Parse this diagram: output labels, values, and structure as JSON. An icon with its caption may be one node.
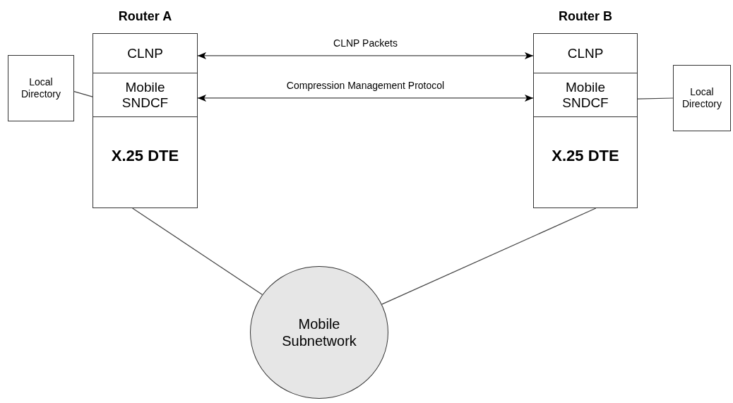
{
  "diagram": {
    "nodes": [
      {
        "text": [
          "Router A"
        ]
      },
      {
        "text": [
          "CLNP"
        ],
        "in": 0
      },
      {
        "text": [
          "Mobile SNDCF"
        ],
        "in": 0
      },
      {
        "text": [
          "X.25 DTE"
        ],
        "in": 0
      },
      {
        "text": [
          "Router B"
        ]
      },
      {
        "text": [
          "CLNP"
        ],
        "in": 4
      },
      {
        "text": [
          "Mobile SNDCF"
        ],
        "in": 4
      },
      {
        "text": [
          "X.25 DTE"
        ],
        "in": 4
      },
      {
        "text": [
          "Local Directory"
        ]
      },
      {
        "text": [
          "Local Directory"
        ]
      },
      {
        "text": [
          "Mobile Subnetwork"
        ]
      }
    ],
    "edges": [
      {
        "from": 1,
        "to": 5,
        "arrow": "both",
        "label": "CLNP Packets"
      },
      {
        "from": 2,
        "to": 6,
        "arrow": "both",
        "label": "Compression Management Protocol"
      },
      {
        "from": 8,
        "to": 2,
        "arrow": "none"
      },
      {
        "from": 6,
        "to": 9,
        "arrow": "none"
      },
      {
        "from": 0,
        "to": 10,
        "arrow": "none"
      },
      {
        "from": 4,
        "to": 10,
        "arrow": "none"
      }
    ]
  }
}
